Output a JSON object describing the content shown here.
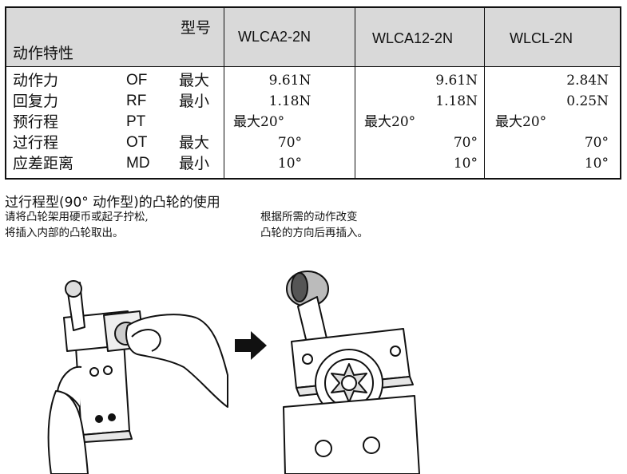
{
  "table": {
    "header": {
      "model_label": "型号",
      "characteristic_label": "动作特性",
      "models": [
        "WLCA2-2N",
        "WLCA12-2N",
        "WLCL-2N"
      ]
    },
    "rows": [
      {
        "name": "动作力",
        "code": "OF",
        "limit": "最大",
        "values": [
          "9.61N",
          "9.61N",
          "2.84N"
        ]
      },
      {
        "name": "回复力",
        "code": "RF",
        "limit": "最小",
        "values": [
          "1.18N",
          "1.18N",
          "0.25N"
        ]
      },
      {
        "name": "预行程",
        "code": "PT",
        "limit": "",
        "values": [
          "最大20°",
          "最大20°",
          "最大20°"
        ]
      },
      {
        "name": "过行程",
        "code": "OT",
        "limit": "最大",
        "values": [
          "70°",
          "70°",
          "70°"
        ]
      },
      {
        "name": "应差距离",
        "code": "MD",
        "limit": "最小",
        "values": [
          "10°",
          "10°",
          "10°"
        ]
      }
    ]
  },
  "section": {
    "title": "过行程型(90° 动作型)的凸轮的使用",
    "step1": [
      "请将凸轮架用硬币或起子拧松,",
      "将插入内部的凸轮取出。"
    ],
    "step2": [
      "根据所需的动作改变",
      "凸轮的方向后再插入。"
    ]
  }
}
